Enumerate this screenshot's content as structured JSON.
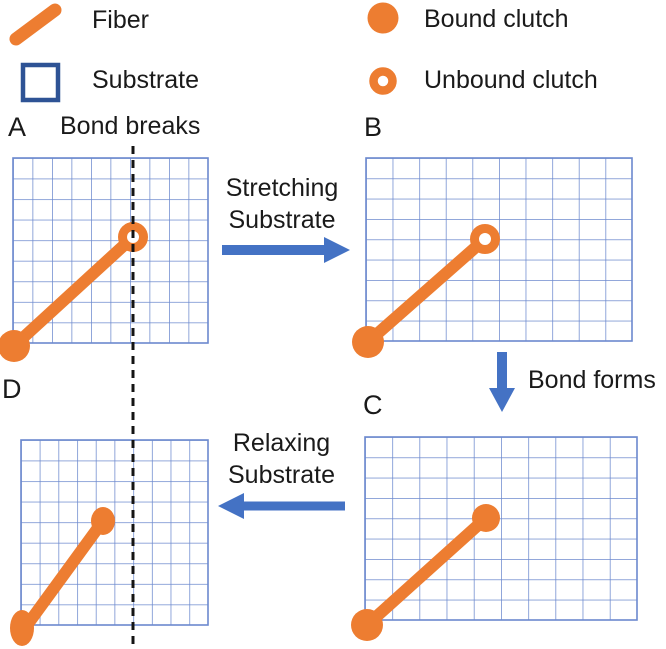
{
  "colors": {
    "orange": "#ED7D31",
    "blue": "#4472C4",
    "grid_blue": "#6C89CE",
    "substrate_navy": "#2E5395",
    "dash": "#141414",
    "text": "#1a1a1a"
  },
  "legend": {
    "items": [
      {
        "icon": "fiber-icon",
        "label": "Fiber"
      },
      {
        "icon": "substrate-icon",
        "label": "Substrate"
      },
      {
        "icon": "bound-clutch-icon",
        "label": "Bound clutch"
      },
      {
        "icon": "unbound-clutch-icon",
        "label": "Unbound clutch"
      }
    ]
  },
  "panels": {
    "a": "A",
    "b": "B",
    "c": "C",
    "d": "D"
  },
  "annotations": {
    "bond_breaks": "Bond breaks",
    "stretching_line1": "Stretching",
    "stretching_line2": "Substrate",
    "bond_forms": "Bond forms",
    "relaxing_line1": "Relaxing",
    "relaxing_line2": "Substrate"
  }
}
